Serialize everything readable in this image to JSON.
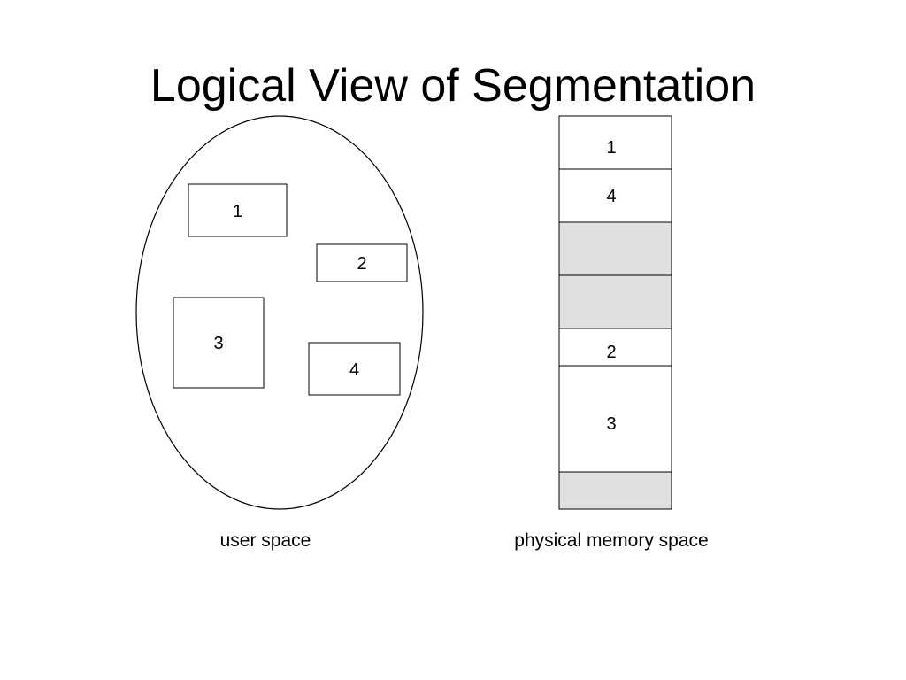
{
  "title": "Logical View of Segmentation",
  "user_space": {
    "caption": "user space",
    "segments": [
      "1",
      "2",
      "3",
      "4"
    ]
  },
  "physical_memory": {
    "caption": "physical memory space",
    "blocks": [
      {
        "label": "1",
        "free": false
      },
      {
        "label": "4",
        "free": false
      },
      {
        "label": "",
        "free": true
      },
      {
        "label": "",
        "free": true
      },
      {
        "label": "2",
        "free": false
      },
      {
        "label": "3",
        "free": false
      },
      {
        "label": "",
        "free": true
      }
    ]
  },
  "colors": {
    "free_block": "#e0e0e0",
    "stroke": "#000000"
  }
}
